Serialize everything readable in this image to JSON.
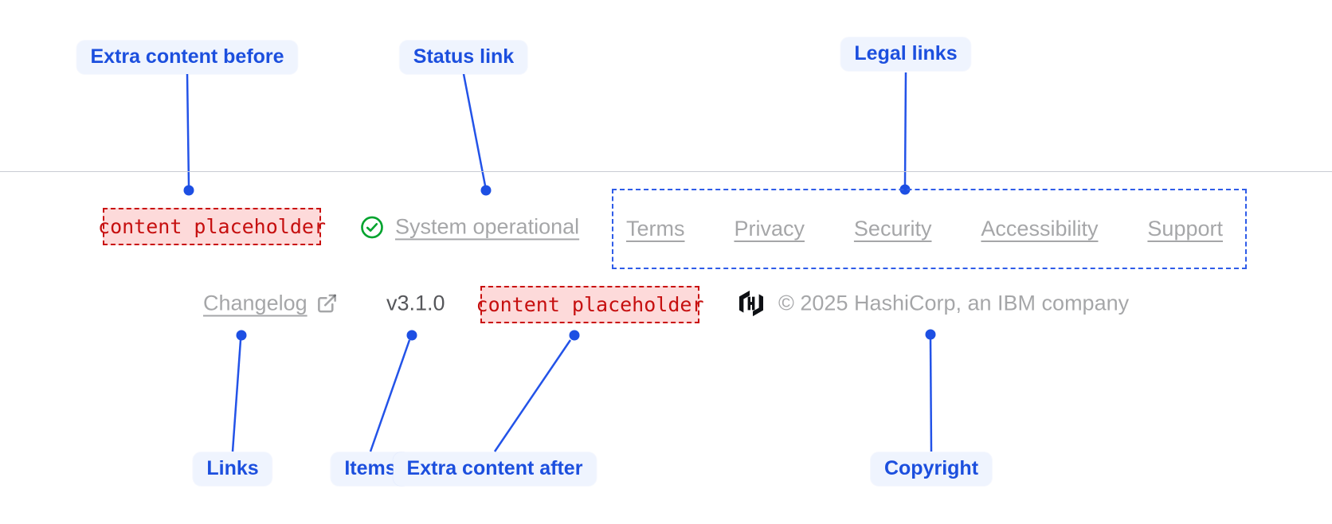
{
  "component": "footer",
  "colors": {
    "annotation_blue": "#1C4FDE",
    "annotation_pill_bg": "#EFF4FE",
    "connector_blue": "#2353E8",
    "placeholder_red": "#C60F0F",
    "placeholder_bg": "#FDDADA",
    "legal_region_border": "#2F5CE8",
    "footer_text_gray": "#A6A8AE",
    "version_text": "#4A4C52",
    "status_green": "#00A32E",
    "logo_black": "#0E1014",
    "divider": "#C9CBD3",
    "background": "#FFFFFF"
  },
  "annotations": {
    "extra_content_before": "Extra content before",
    "status_link": "Status link",
    "legal_links": "Legal links",
    "links": "Links",
    "items": "Items",
    "extra_content_after": "Extra content after",
    "copyright": "Copyright"
  },
  "footer": {
    "extra_content_before_placeholder": "content placeholder",
    "status": {
      "label": "System operational",
      "icon": "check-circle-icon"
    },
    "legal_links": [
      "Terms",
      "Privacy",
      "Security",
      "Accessibility",
      "Support"
    ],
    "links": [
      {
        "label": "Changelog",
        "external": true,
        "icon": "external-link-icon"
      }
    ],
    "version": "v3.1.0",
    "extra_content_after_placeholder": "content placeholder",
    "copyright": "© 2025 HashiCorp, an IBM company",
    "logo": "hashicorp-logo"
  }
}
